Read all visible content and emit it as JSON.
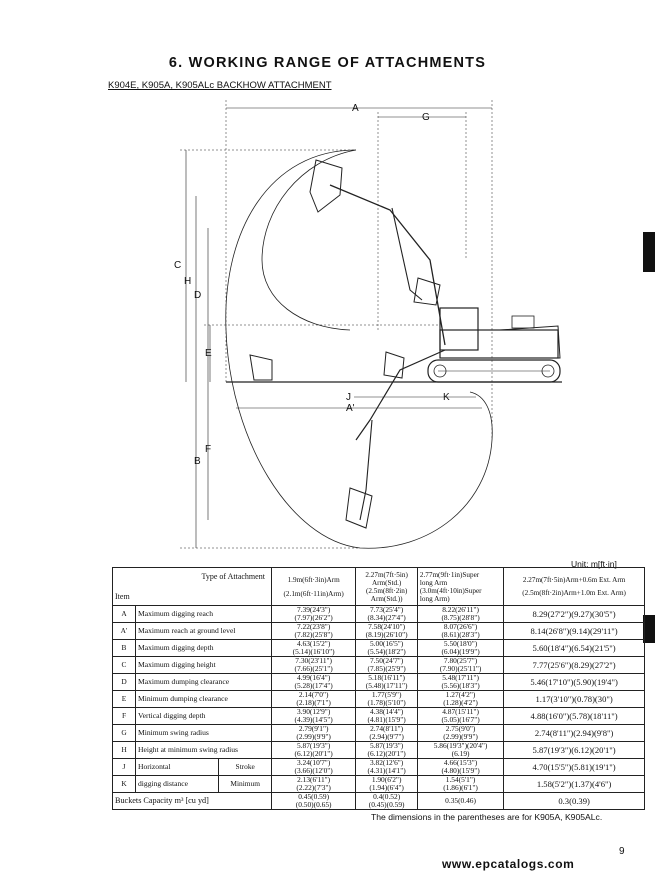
{
  "page": {
    "title": "6. WORKING RANGE OF ATTACHMENTS",
    "subtitle": "K904E, K905A, K905ALc BACKHOW ATTACHMENT",
    "unit": "Unit: m[ft·in]",
    "footnote": "The dimensions in the parentheses are for K905A, K905ALc.",
    "website": "www.epcatalogs.com",
    "page_number": "9"
  },
  "diagram": {
    "labels": [
      "A",
      "G",
      "C",
      "H",
      "D",
      "E",
      "J",
      "K",
      "A'",
      "F",
      "B"
    ]
  },
  "table": {
    "header": {
      "type_label": "Type of Attachment",
      "item_label": "Item",
      "col1": [
        "1.9m(6ft·3in)Arm",
        "(2.1m(6ft·11in)Arm)"
      ],
      "col2": [
        "2.27m(7ft·5in)",
        "Arm(Std.)",
        "(2.5m(8ft·2in)",
        "Arm(Std.))"
      ],
      "col3": [
        "2.77m(9ft·1in)Super",
        "long Arm",
        "(3.0m(4ft·10in)Super",
        "long Arm)"
      ],
      "col4": [
        "2.27m(7ft·5in)Arm+0.6m Ext. Arm",
        "(2.5m(8ft·2in)Arm+1.0m Ext. Arm)"
      ]
    },
    "rows": [
      {
        "code": "A",
        "name": "Maximum digging reach",
        "c1": [
          "7.39(24'3\")",
          "(7.97)(26'2\")"
        ],
        "c2": [
          "7.73(25'4\")",
          "(8.34)(27'4\")"
        ],
        "c3": [
          "8.22(26'11\")",
          "(8.75)(28'8\")"
        ],
        "c4": "8.29(27'2\")(9.27)(30'5\")"
      },
      {
        "code": "A'",
        "name": "Maximum reach at ground level",
        "c1": [
          "7.22(23'8\")",
          "(7.82)(25'8\")"
        ],
        "c2": [
          "7.58(24'10\")",
          "(8.19)(26'10\")"
        ],
        "c3": [
          "8.07(26'6\")",
          "(8.61)(28'3\")"
        ],
        "c4": "8.14(26'8\")(9.14)(29'11\")"
      },
      {
        "code": "B",
        "name": "Maximum digging depth",
        "c1": [
          "4.63(15'2\")",
          "(5.14)(16'10\")"
        ],
        "c2": [
          "5.00(16'5\")",
          "(5.54)(18'2\")"
        ],
        "c3": [
          "5.50(18'0\")",
          "(6.04)(19'9\")"
        ],
        "c4": "5.60(18'4\")(6.54)(21'5\")"
      },
      {
        "code": "C",
        "name": "Maximum digging height",
        "c1": [
          "7.30(23'11\")",
          "(7.66)(25'1\")"
        ],
        "c2": [
          "7.50(24'7\")",
          "(7.85)(25'9\")"
        ],
        "c3": [
          "7.80(25'7\")",
          "(7.90)(25'11\")"
        ],
        "c4": "7.77(25'6\")(8.29)(27'2\")"
      },
      {
        "code": "D",
        "name": "Maximum dumping clearance",
        "c1": [
          "4.99(16'4\")",
          "(5.28)(17'4\")"
        ],
        "c2": [
          "5.18(16'11\")",
          "(5.48)(17'11\")"
        ],
        "c3": [
          "5.48(17'11\")",
          "(5.56)(18'3\")"
        ],
        "c4": "5.46(17'10\")(5.90)(19'4\")"
      },
      {
        "code": "E",
        "name": "Minimum dumping clearance",
        "c1": [
          "2.14(7'0\")",
          "(2.18)(7'1\")"
        ],
        "c2": [
          "1.77(5'9\")",
          "(1.78)(5'10\")"
        ],
        "c3": [
          "1.27(4'2\")",
          "(1.28)(4'2\")"
        ],
        "c4": "1.17(3'10\")(0.78)(30\")"
      },
      {
        "code": "F",
        "name": "Vertical digging depth",
        "c1": [
          "3.90(12'9\")",
          "(4.39)(14'5\")"
        ],
        "c2": [
          "4.38(14'4\")",
          "(4.81)(15'9\")"
        ],
        "c3": [
          "4.87(15'11\")",
          "(5.05)(16'7\")"
        ],
        "c4": "4.88(16'0\")(5.78)(18'11\")"
      },
      {
        "code": "G",
        "name": "Minimum swing radius",
        "c1": [
          "2.79(9'1\")",
          "(2.99)(9'9\")"
        ],
        "c2": [
          "2.74(8'11\")",
          "(2.94)(9'7\")"
        ],
        "c3": [
          "2.75(9'0\")",
          "(2.99)(9'9\")"
        ],
        "c4": "2.74(8'11\")(2.94)(9'8\")"
      },
      {
        "code": "H",
        "name": "Height at minimum swing radius",
        "c1": [
          "5.87(19'3\")",
          "(6.12)(20'1\")"
        ],
        "c2": [
          "5.87(19'3\")",
          "(6.12)(20'1\")"
        ],
        "c3": [
          "5.86(19'3\")(20'4\")",
          "(6.19)"
        ],
        "c4": "5.87(19'3\")(6.12)(20'1\")"
      },
      {
        "code": "J",
        "name": "Horizontal",
        "sub": "Stroke",
        "c1": [
          "3.24(10'7\")",
          "(3.66)(12'0\")"
        ],
        "c2": [
          "3.82(12'6\")",
          "(4.31)(14'1\")"
        ],
        "c3": [
          "4.66(15'3\")",
          "(4.80)(15'9\")"
        ],
        "c4": "4.70(15'5\")(5.81)(19'1\")"
      },
      {
        "code": "K",
        "name": "digging distance",
        "sub": "Minimum",
        "c1": [
          "2.13(6'11\")",
          "(2.22)(7'3\")"
        ],
        "c2": [
          "1.90(6'2\")",
          "(1.94)(6'4\")"
        ],
        "c3": [
          "1.54(5'1\")",
          "(1.86)(6'1\")"
        ],
        "c4": "1.58(5'2\")(1.37)(4'6\")"
      }
    ],
    "bucket": {
      "name": "Buckets Capacity m³ [cu yd]",
      "c1": [
        "0.45(0.59)",
        "(0.50)(0.65)"
      ],
      "c2": [
        "0.4(0.52)",
        "(0.45)(0.59)"
      ],
      "c3": "0.35(0.46)",
      "c4": "0.3(0.39)"
    }
  }
}
